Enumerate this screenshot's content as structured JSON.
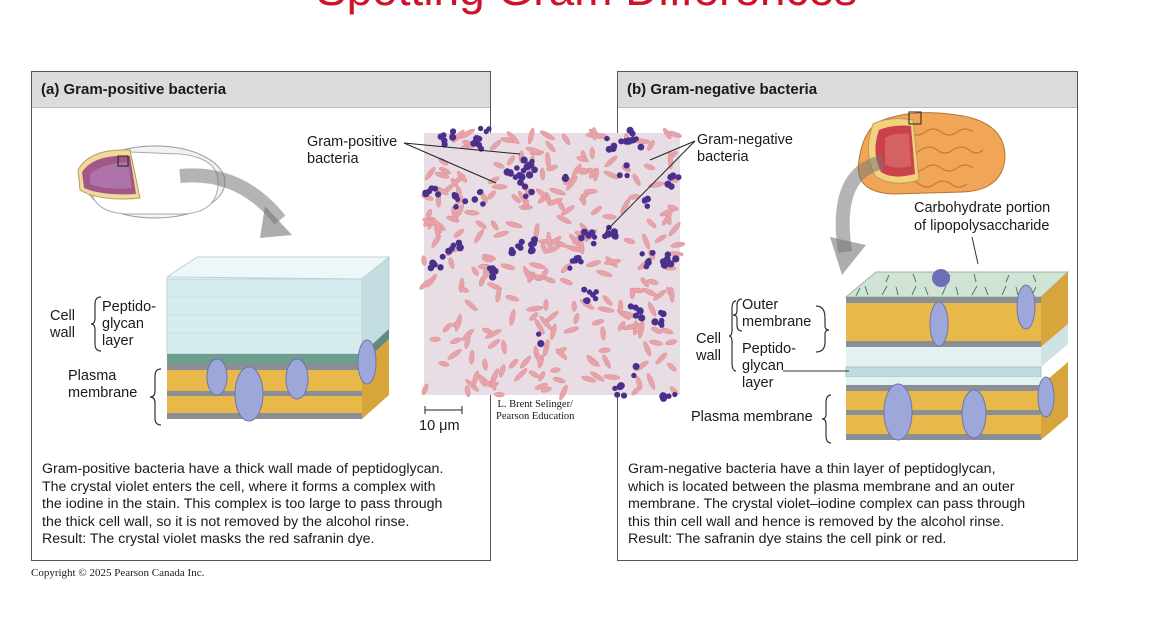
{
  "slide_title": "Spotting Gram Differences",
  "panel_a": {
    "header": "(a) Gram-positive bacteria",
    "labels": {
      "cell": "Cell",
      "wall": "wall",
      "peptido": "Peptido-",
      "glycan": "glycan",
      "layer": "layer",
      "plasma": "Plasma",
      "membrane": "membrane"
    },
    "caption": [
      "Gram-positive bacteria have a thick wall made of peptidoglycan.",
      "The crystal violet enters the cell, where it forms a complex with",
      "the iodine in the stain. This complex is too large to pass through",
      "the thick cell wall, so it is not removed by the alcohol rinse.",
      "Result: The crystal violet masks the red safranin dye."
    ]
  },
  "panel_b": {
    "header": "(b) Gram-negative bacteria",
    "labels": {
      "carb1": "Carbohydrate portion",
      "carb2": "of lipopolysaccharide",
      "outer": "Outer",
      "membrane": "membrane",
      "cell": "Cell",
      "wall": "wall",
      "peptido": "Peptido-",
      "glycan": "glycan",
      "layer": "layer",
      "plasma": "Plasma membrane"
    },
    "caption": [
      "Gram-negative bacteria have a thin layer of peptidoglycan,",
      "which is located between the plasma membrane and an outer",
      "membrane. The crystal violet–iodine complex can pass through",
      "this thin cell wall and hence is removed by the alcohol rinse.",
      "Result: The safranin dye stains the cell pink or red."
    ]
  },
  "micrograph": {
    "gram_positive_1": "Gram-positive",
    "gram_positive_2": "bacteria",
    "gram_negative_1": "Gram-negative",
    "gram_negative_2": "bacteria",
    "scale": "10 μm",
    "photo_credit_1": "L. Brent Selinger/",
    "photo_credit_2": "Pearson Education"
  },
  "copyright": "Copyright © 2025 Pearson Canada Inc.",
  "colors": {
    "title": "#d0112b",
    "peptidoglycan_thick": "#d7ecef",
    "lipid_tail": "#e8b84a",
    "lipid_head": "#8a8f95",
    "protein": "#9ea7d9",
    "outer_cell": "#f0a656",
    "stain_purple": "#4b2f8c",
    "stain_pink": "#e8a3a8"
  }
}
